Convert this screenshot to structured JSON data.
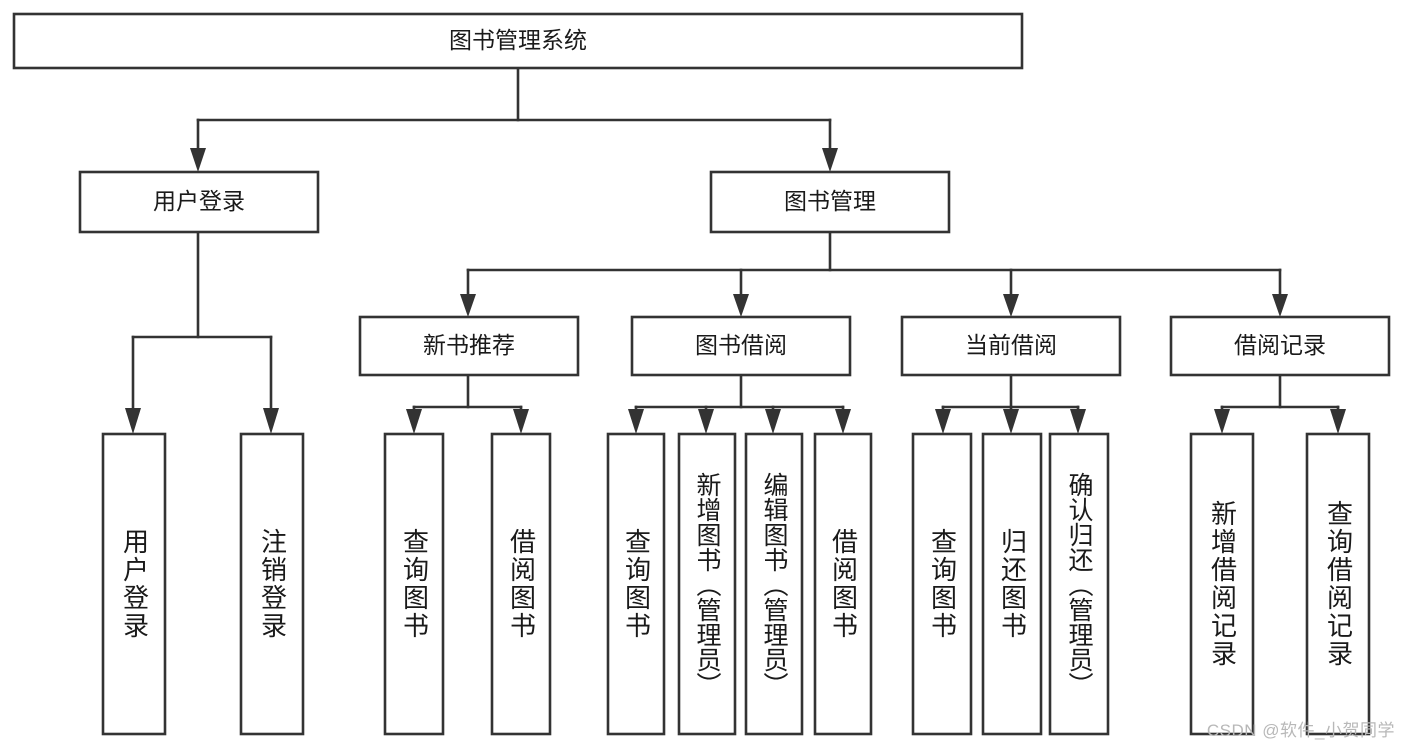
{
  "diagram": {
    "type": "hierarchy-tree",
    "title": "图书管理系统",
    "colors": {
      "box_stroke": "#333333",
      "box_fill": "#ffffff",
      "text": "#1a1a1a",
      "background": "#ffffff",
      "watermark": "#b8b8b8"
    },
    "root": {
      "label": "图书管理系统"
    },
    "level1": [
      {
        "label": "用户登录"
      },
      {
        "label": "图书管理"
      }
    ],
    "level2": [
      {
        "label": "新书推荐"
      },
      {
        "label": "图书借阅"
      },
      {
        "label": "当前借阅"
      },
      {
        "label": "借阅记录"
      }
    ],
    "leaves": {
      "user_login": [
        "用户登录",
        "注销登录"
      ],
      "new_book_recommend": [
        "查询图书",
        "借阅图书"
      ],
      "book_borrow": [
        "查询图书",
        "新增图书（管理员）",
        "编辑图书（管理员）",
        "借阅图书"
      ],
      "current_borrow": [
        "查询图书",
        "归还图书",
        "确认归还（管理员）"
      ],
      "borrow_record": [
        "新增借阅记录",
        "查询借阅记录"
      ]
    }
  },
  "watermark": {
    "text": "CSDN @软件_小贺同学"
  }
}
